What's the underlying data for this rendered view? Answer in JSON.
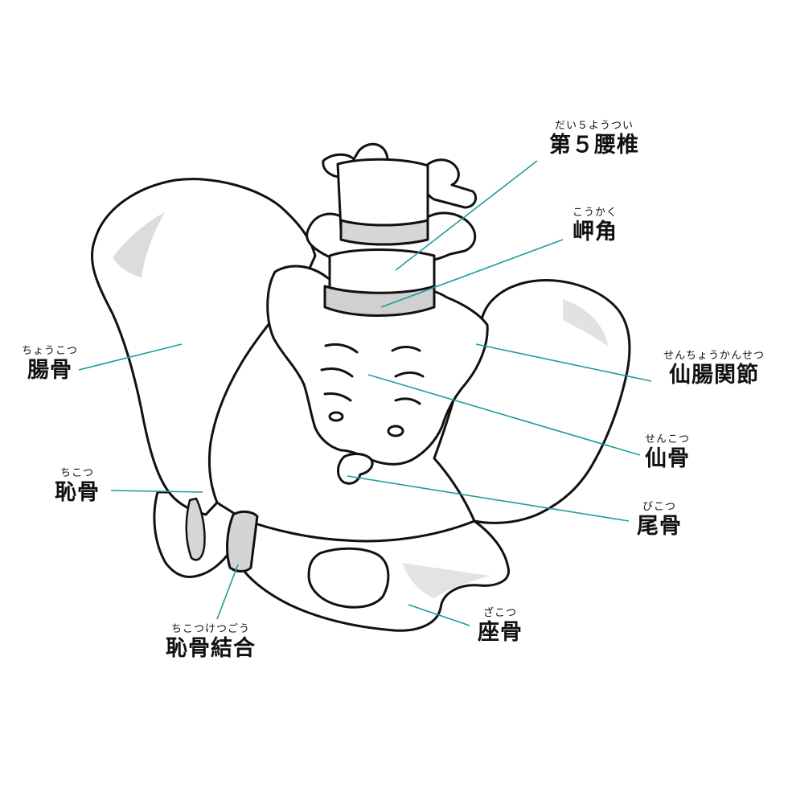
{
  "colors": {
    "leader_line": "#1f9c9c",
    "bone_outline": "#111111",
    "bone_fill": "#ffffff",
    "shade": "#d9d9d9"
  },
  "labels": {
    "l5": {
      "ruby": "だい５ようつい",
      "text": "第５腰椎"
    },
    "promontory": {
      "ruby": "こうかく",
      "text": "岬角"
    },
    "si_joint": {
      "ruby": "せんちょうかんせつ",
      "text": "仙腸関節"
    },
    "sacrum": {
      "ruby": "せんこつ",
      "text": "仙骨"
    },
    "coccyx": {
      "ruby": "びこつ",
      "text": "尾骨"
    },
    "ischium": {
      "ruby": "ざこつ",
      "text": "座骨"
    },
    "ilium": {
      "ruby": "ちょうこつ",
      "text": "腸骨"
    },
    "pubis": {
      "ruby": "ちこつ",
      "text": "恥骨"
    },
    "symphysis": {
      "ruby": "ちこつけつごう",
      "text": "恥骨結合"
    }
  }
}
